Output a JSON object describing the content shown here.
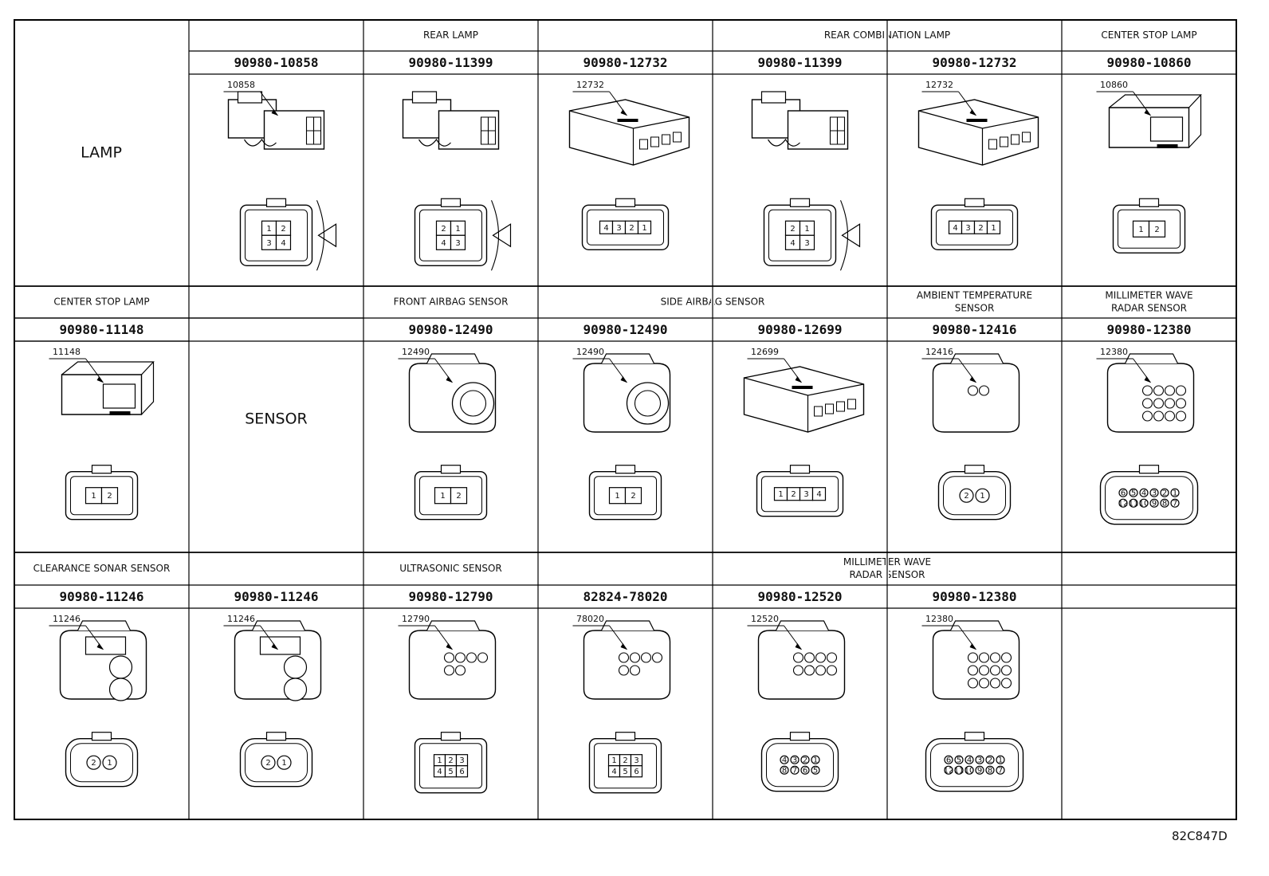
{
  "rows": [
    {
      "category": "LAMP",
      "groups": [
        {
          "title": "REAR LAMP",
          "span": 3
        },
        {
          "title": "REAR COMBINATION LAMP",
          "span": 2
        },
        {
          "title": "CENTER STOP LAMP",
          "span": 1
        }
      ],
      "cells": [
        {
          "part": "90980-10858",
          "callout": "10858",
          "pins": [
            "1",
            "2",
            "3",
            "4"
          ],
          "style": "clip"
        },
        {
          "part": "90980-11399",
          "callout": "",
          "pins": [
            "2",
            "1",
            "4",
            "3"
          ],
          "style": "clip"
        },
        {
          "part": "90980-12732",
          "callout": "12732",
          "pins": [
            "4",
            "3",
            "2",
            "1"
          ],
          "style": "flat"
        },
        {
          "part": "90980-11399",
          "callout": "",
          "pins": [
            "2",
            "1",
            "4",
            "3"
          ],
          "style": "clip"
        },
        {
          "part": "90980-12732",
          "callout": "12732",
          "pins": [
            "4",
            "3",
            "2",
            "1"
          ],
          "style": "flat"
        },
        {
          "part": "90980-10860",
          "callout": "10860",
          "pins": [
            "1",
            "2"
          ],
          "style": "twin"
        }
      ]
    },
    {
      "category": "SENSOR",
      "groups": [
        {
          "title": "FRONT AIRBAG SENSOR",
          "span": 1
        },
        {
          "title": "SIDE AIRBAG SENSOR",
          "span": 2
        },
        {
          "title": "AMBIENT TEMPERATURE SENSOR",
          "span": 1
        },
        {
          "title": "BLIND SPOT MONITOR SENSOR",
          "span": 1
        }
      ],
      "first_cell_title": "CENTER STOP LAMP",
      "cells": [
        {
          "part": "90980-11148",
          "callout": "11148",
          "pins": [
            "1",
            "2"
          ],
          "style": "twin"
        },
        {
          "part": "90980-12490",
          "callout": "12490",
          "pins": [
            "1",
            "2"
          ],
          "style": "airbag"
        },
        {
          "part": "90980-12490",
          "callout": "12490",
          "pins": [
            "1",
            "2"
          ],
          "style": "airbag"
        },
        {
          "part": "90980-12699",
          "callout": "12699",
          "pins": [
            "1",
            "2",
            "3",
            "4"
          ],
          "style": "flat"
        },
        {
          "part": "90980-12416",
          "callout": "12416",
          "pins": [
            "2",
            "1"
          ],
          "style": "round"
        },
        {
          "part": "90980-12380",
          "callout": "12380",
          "pins": [
            "6",
            "5",
            "4",
            "3",
            "2",
            "1",
            "12",
            "11",
            "10",
            "9",
            "8",
            "7"
          ],
          "style": "round"
        }
      ]
    },
    {
      "groups": [
        {
          "title": "CLEARANCE SONAR SENSOR",
          "span": 1
        },
        {
          "title": "ULTRASONIC SENSOR",
          "span": 3
        },
        {
          "title": "MILLIMETER WAVE RADAR SENSOR",
          "span": 2
        },
        {
          "title": "",
          "span": 1
        }
      ],
      "cells": [
        {
          "part": "90980-11246",
          "callout": "11246",
          "pins": [
            "2",
            "1"
          ],
          "style": "sonar"
        },
        {
          "part": "90980-11246",
          "callout": "11246",
          "pins": [
            "2",
            "1"
          ],
          "style": "sonar"
        },
        {
          "part": "90980-12790",
          "callout": "12790",
          "pins": [
            "1",
            "2",
            "3",
            "4",
            "5",
            "6"
          ],
          "style": "multi"
        },
        {
          "part": "82824-78020",
          "callout": "78020",
          "pins": [
            "1",
            "2",
            "3",
            "4",
            "5",
            "6"
          ],
          "style": "multi"
        },
        {
          "part": "90980-12520",
          "callout": "12520",
          "pins": [
            "4",
            "3",
            "2",
            "1",
            "8",
            "7",
            "6",
            "5"
          ],
          "style": "round"
        },
        {
          "part": "90980-12380",
          "callout": "12380",
          "pins": [
            "6",
            "5",
            "4",
            "3",
            "2",
            "1",
            "12",
            "11",
            "10",
            "9",
            "8",
            "7"
          ],
          "style": "round"
        },
        {
          "part": "",
          "callout": "",
          "pins": [],
          "style": "empty"
        }
      ]
    }
  ],
  "reference_code": "82C847D"
}
